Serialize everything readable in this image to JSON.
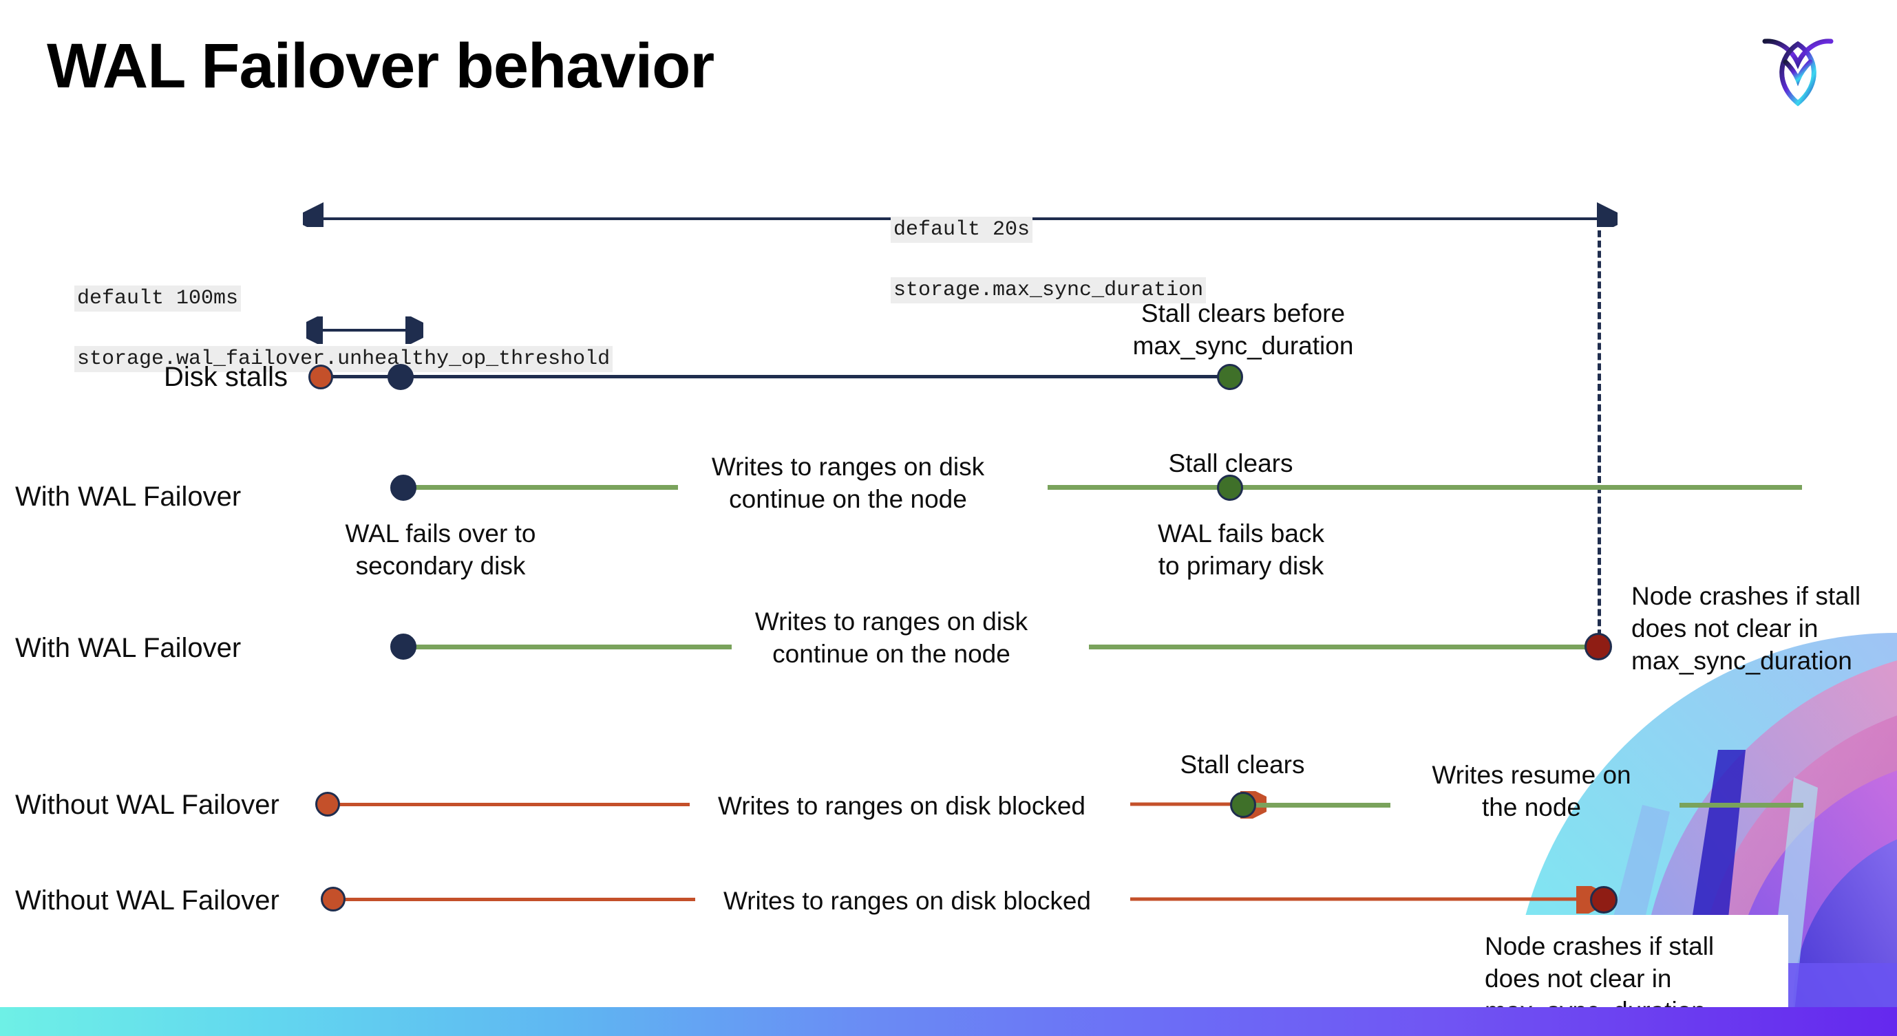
{
  "slide": {
    "title": "WAL Failover behavior",
    "logo_name": "cockroachdb-logo"
  },
  "settings": {
    "max_sync": {
      "default_label": "default 20s",
      "setting_name": "storage.max_sync_duration"
    },
    "unhealthy_op": {
      "default_label": "default 100ms",
      "setting_name": "storage.wal_failover.unhealthy_op_threshold"
    }
  },
  "rows": [
    {
      "label": "Disk stalls",
      "annotation_right": "Stall clears before\nmax_sync_duration"
    },
    {
      "label": "With WAL Failover",
      "annotation_mid": "Writes to ranges on disk\ncontinue on the node",
      "annotation_above_dot": "Stall clears",
      "annotation_below_dot": "WAL fails  back\nto primary disk",
      "annotation_below_start": "WAL fails over to\nsecondary disk"
    },
    {
      "label": "With WAL Failover",
      "annotation_mid": "Writes to ranges on disk\ncontinue on the node",
      "annotation_right": "Node crashes if stall\ndoes not clear in\nmax_sync_duration"
    },
    {
      "label": "Without WAL Failover",
      "annotation_mid": "Writes to ranges on disk  blocked",
      "annotation_above_dot": "Stall clears",
      "annotation_right": "Writes resume on\nthe node"
    },
    {
      "label": "Without WAL Failover",
      "annotation_mid": "Writes to ranges on disk  blocked",
      "annotation_callout": "Node crashes if stall\ndoes not clear in\nmax_sync_duration"
    }
  ],
  "colors": {
    "navy": "#1f2d4e",
    "green_line": "#7aa35c",
    "green_dot": "#3f7029",
    "orange": "#c4502a",
    "red_dot": "#8f1d14",
    "code_bg": "#ededed"
  }
}
